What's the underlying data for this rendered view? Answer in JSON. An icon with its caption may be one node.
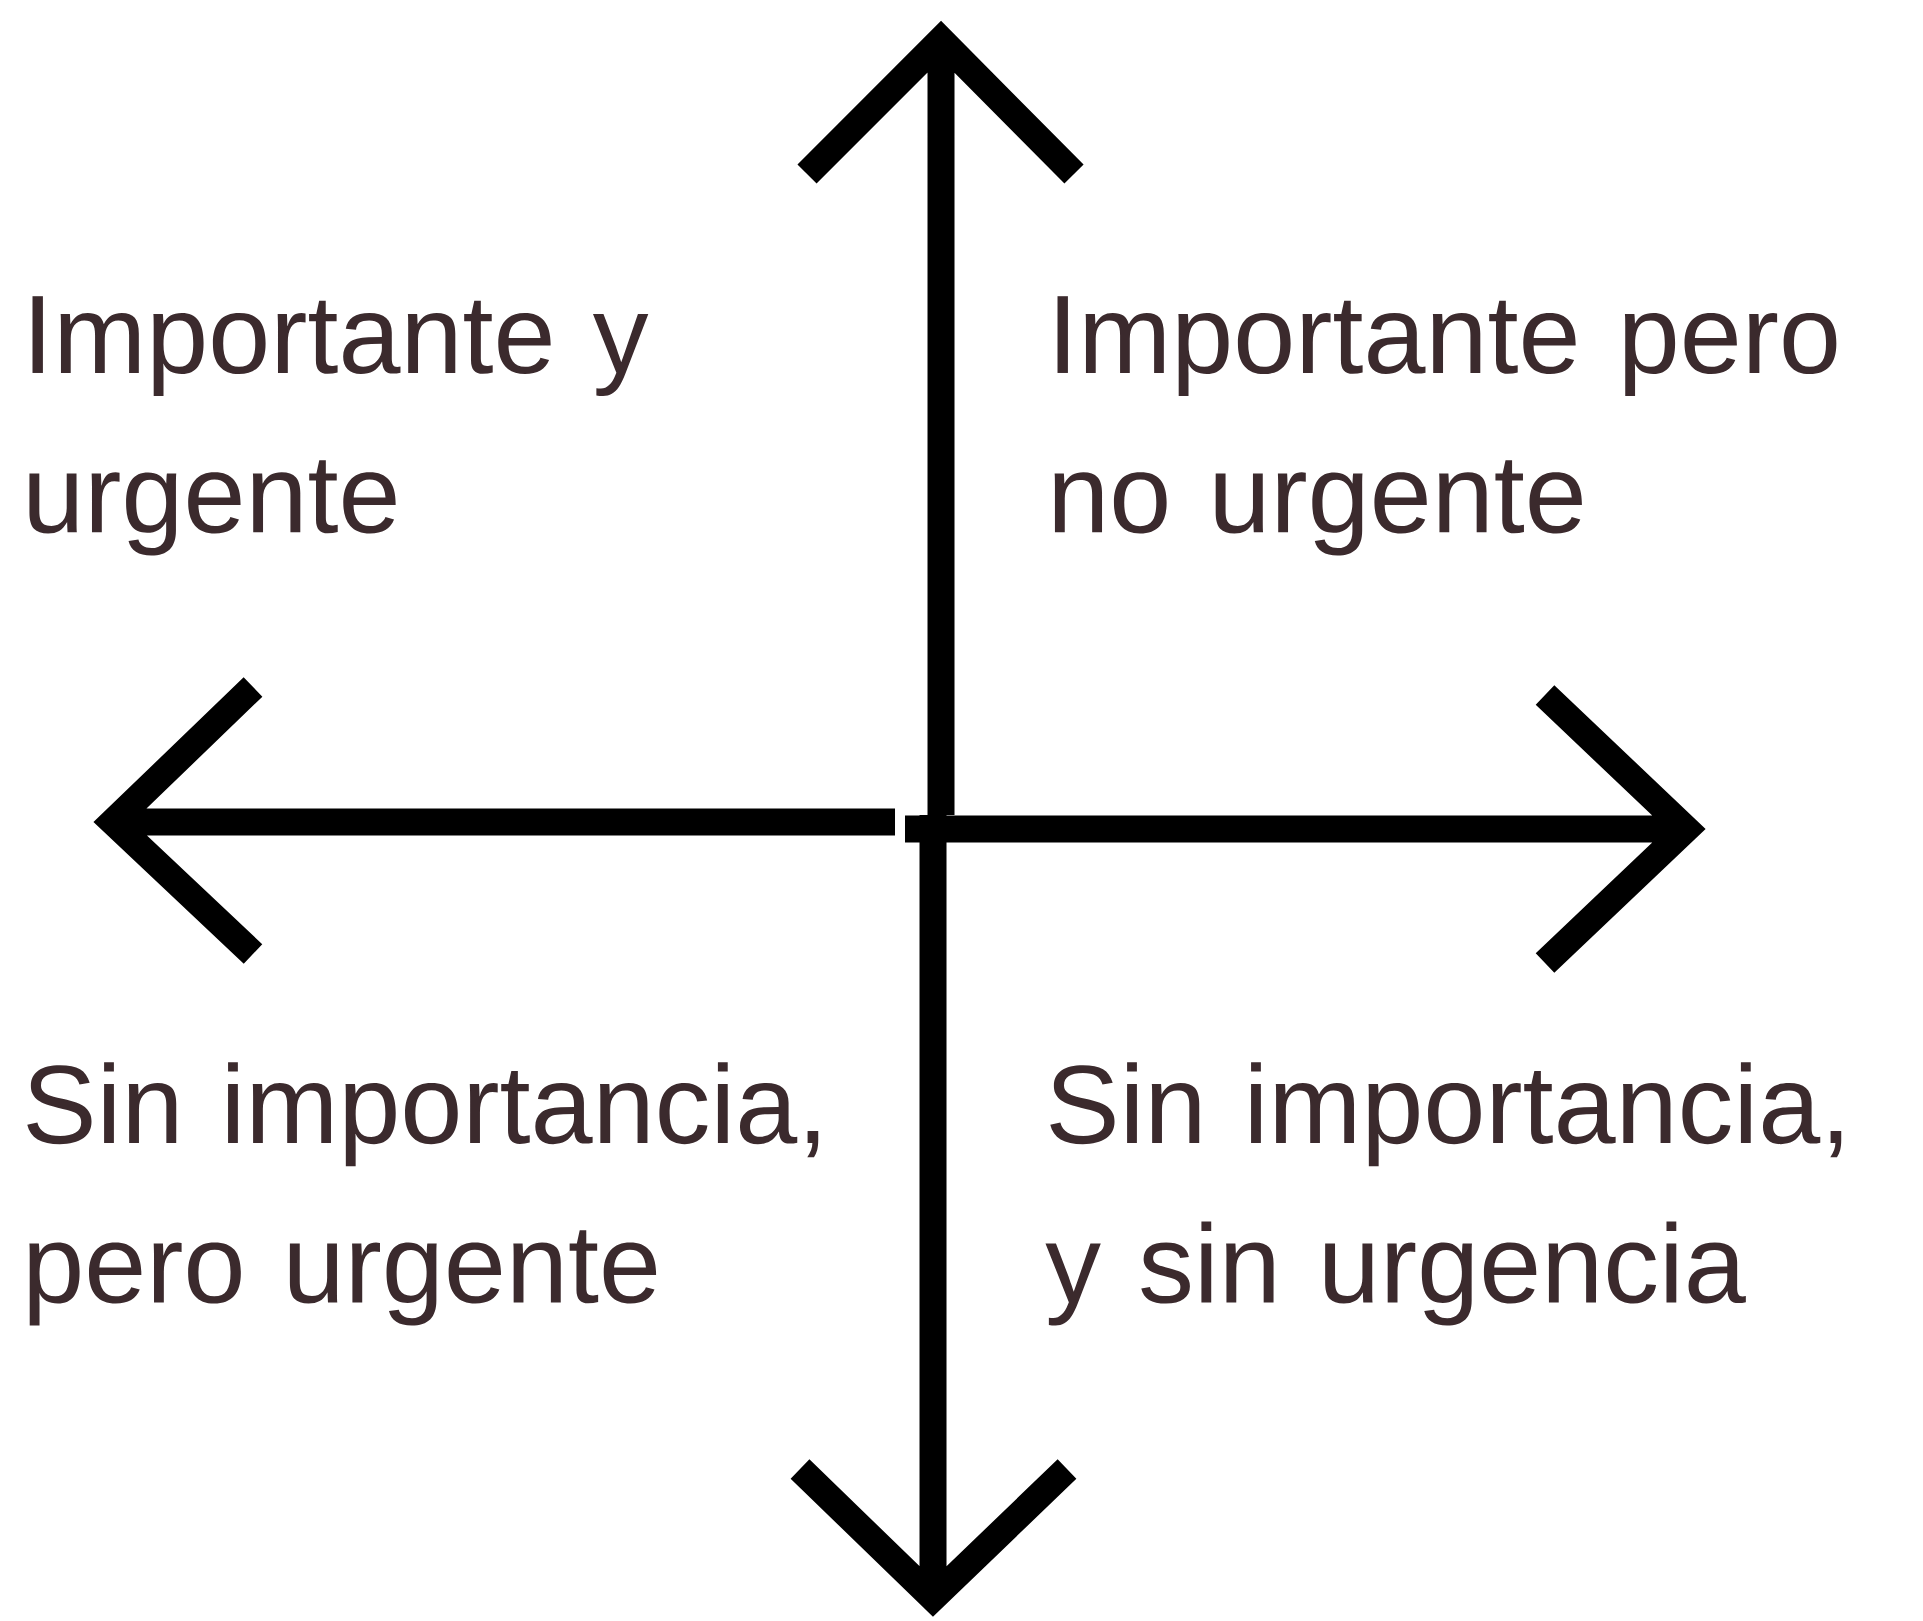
{
  "diagram": {
    "labels": [
      "Importante y urgente",
      "Importante pero no urgente",
      "Sin importancia, pero urgente",
      "Sin importancia, y sin urgencia"
    ]
  }
}
